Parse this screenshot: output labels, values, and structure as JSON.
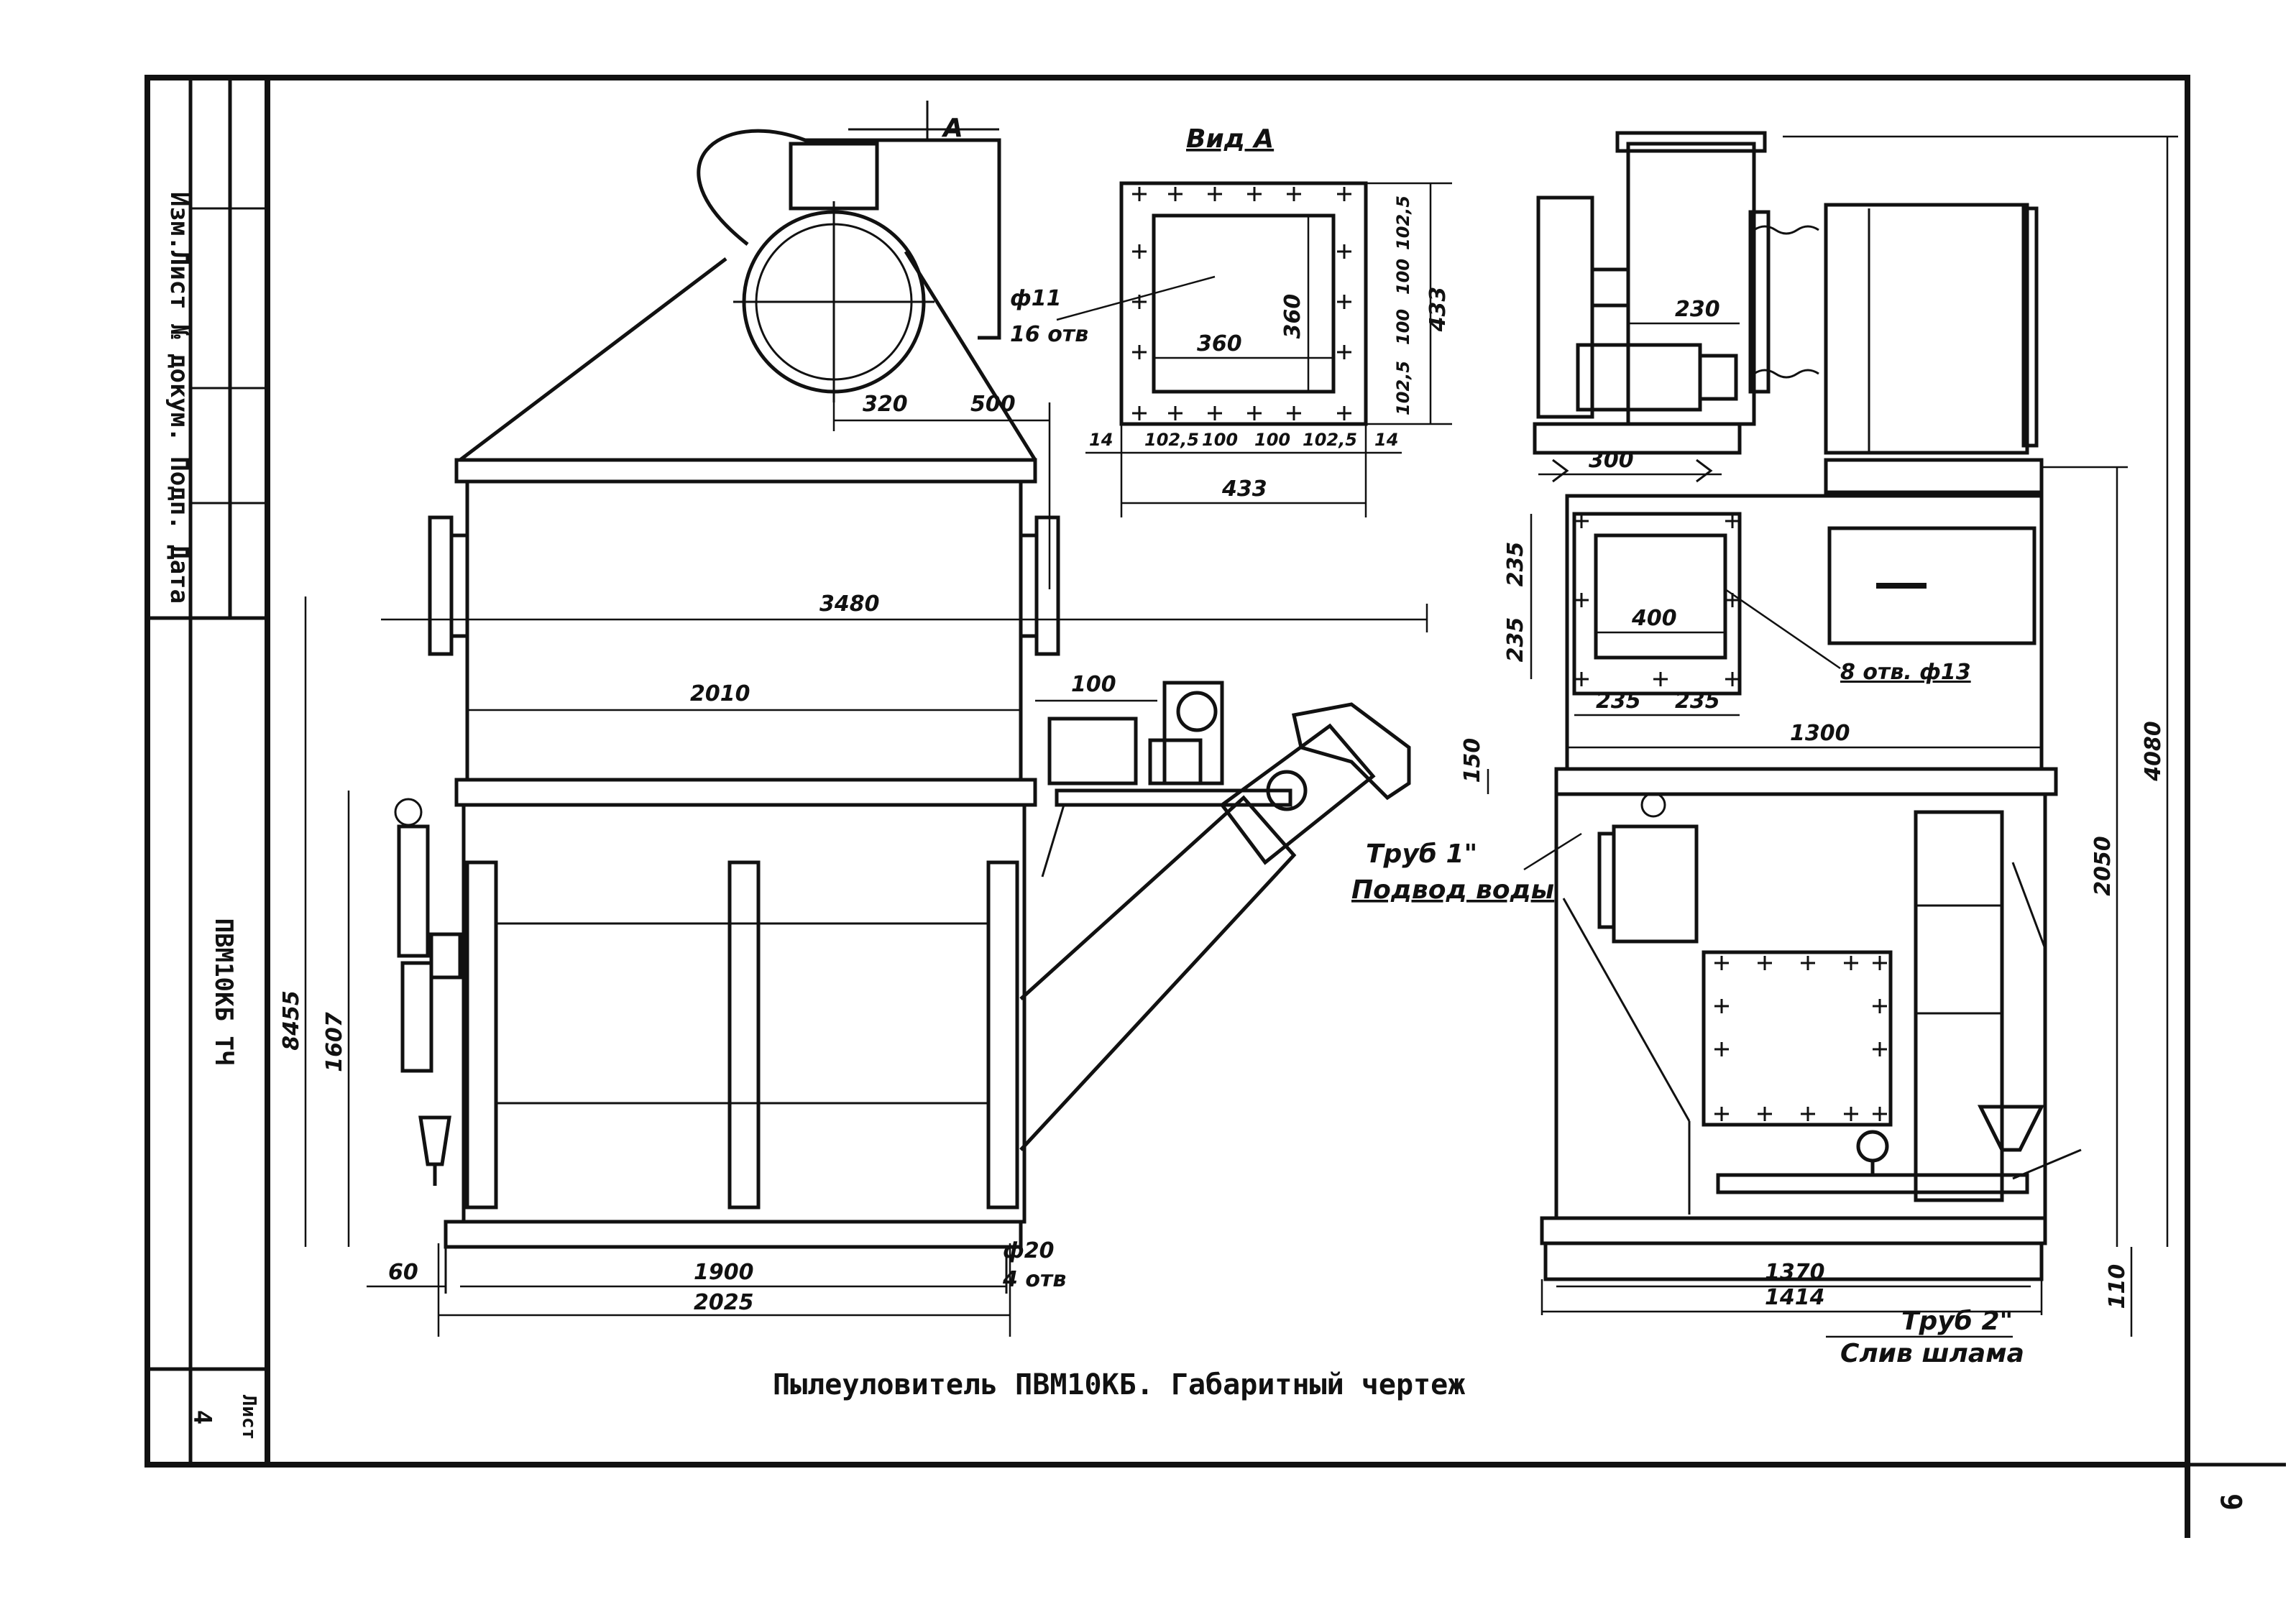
{
  "stamp": {
    "col1": "Изм.Лист № докум. Подп. Дата",
    "designation": "ПВМ10КБ ТЧ",
    "sheet_label": "Лист",
    "sheet_number": "4"
  },
  "title": "Пылеуловитель ПВМ10КБ. Габаритный чертеж",
  "page_number": "9",
  "view_label": "Вид А",
  "section_marker": "А",
  "front_view": {
    "d_3480": "3480",
    "d_2010": "2010",
    "d_100": "100",
    "d_320": "320",
    "d_500": "500",
    "d_8455": "8455",
    "d_1607": "1607",
    "d_60": "60",
    "d_1900": "1900",
    "d_2025": "2025",
    "anchor_label": "ф20",
    "anchor_holes": "4 отв"
  },
  "view_a": {
    "hole_label": "ф11",
    "hole_count": "16 отв",
    "d_360_w": "360",
    "d_360_h": "360",
    "d_433_v": "433",
    "d_433_h": "433",
    "bottom_dims": [
      "14",
      "102,5",
      "100",
      "100",
      "102,5",
      "14"
    ],
    "right_dims": [
      "102,5",
      "100",
      "100",
      "102,5"
    ]
  },
  "side_view": {
    "d_230": "230",
    "d_300": "300",
    "d_235_a": "235",
    "d_235_b": "235",
    "d_400": "400",
    "d_235_c": "235",
    "d_235_d": "235",
    "d_1300": "1300",
    "d_150": "150",
    "d_4080": "4080",
    "d_2050": "2050",
    "d_110": "110",
    "d_1370": "1370",
    "d_1414": "1414",
    "holes_label": "8 отв. ф13",
    "pipe_water_1": "Труб 1\"",
    "pipe_water_2": "Подвод воды",
    "pipe_sludge_1": "Труб 2\"",
    "pipe_sludge_2": "Слив шлама"
  }
}
